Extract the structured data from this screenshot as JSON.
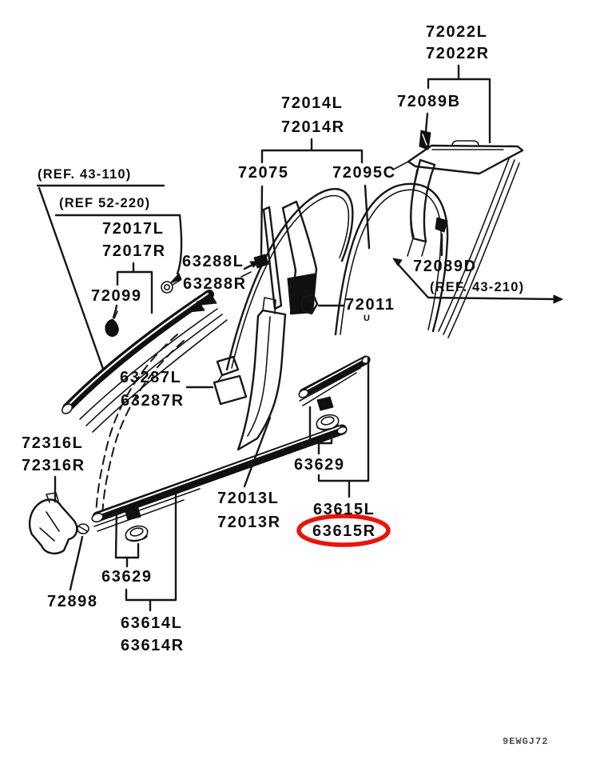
{
  "diagram": {
    "kind": "auto-parts-exploded-diagram",
    "subject": "interior pillar trims and scuff plates",
    "drawing_code": "9EWGJ72",
    "highlight": {
      "part": "63615R",
      "color": "#e8150c",
      "shape": "ellipse"
    },
    "references": [
      "(REF. 43-110)",
      "(REF 52-220)",
      "(REF. 43-210)"
    ],
    "part_numbers": [
      "72022L",
      "72022R",
      "72089B",
      "72014L",
      "72014R",
      "72075",
      "72095C",
      "72017L",
      "72017R",
      "63288L",
      "63288R",
      "72099",
      "72089D",
      "72011",
      "63287L",
      "63287R",
      "72316L",
      "72316R",
      "72013L",
      "72013R",
      "63629",
      "72898",
      "63614L",
      "63614R",
      "63615L",
      "63615R"
    ]
  },
  "labels": [
    {
      "text": "72022L"
    },
    {
      "text": "72022R"
    },
    {
      "text": "72089B"
    },
    {
      "text": "72014L"
    },
    {
      "text": "72014R"
    },
    {
      "text": "72075"
    },
    {
      "text": "72095C"
    },
    {
      "text": "(REF. 43-110)"
    },
    {
      "text": "(REF 52-220)"
    },
    {
      "text": "72017L"
    },
    {
      "text": "72017R"
    },
    {
      "text": "63288L"
    },
    {
      "text": "63288R"
    },
    {
      "text": "72099"
    },
    {
      "text": "72089D"
    },
    {
      "text": "(REF. 43-210)"
    },
    {
      "text": "72011"
    },
    {
      "text": "U"
    },
    {
      "text": "63287L"
    },
    {
      "text": "63287R"
    },
    {
      "text": "72316L"
    },
    {
      "text": "72316R"
    },
    {
      "text": "72013L"
    },
    {
      "text": "72013R"
    },
    {
      "text": "63629"
    },
    {
      "text": "72898"
    },
    {
      "text": "63614L"
    },
    {
      "text": "63614R"
    },
    {
      "text": "63629"
    },
    {
      "text": "63615L"
    },
    {
      "text": "63615R"
    },
    {
      "text": "9EWGJ72"
    }
  ]
}
